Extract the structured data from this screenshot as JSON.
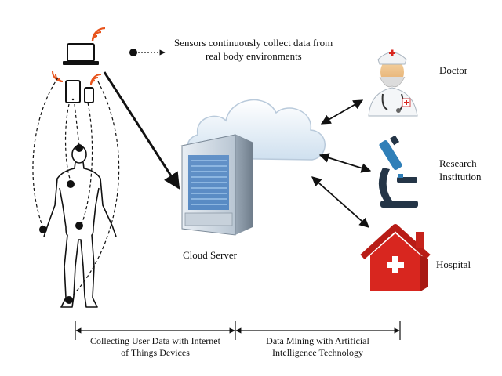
{
  "legend": {
    "line1": "Sensors continuously collect data from",
    "line2": "real body environments"
  },
  "nodes": {
    "cloud_server": "Cloud Server",
    "doctor": "Doctor",
    "research_line1": "Research",
    "research_line2": "Institution",
    "hospital": "Hospital"
  },
  "phases": {
    "left_line1": "Collecting User Data with Internet",
    "left_line2": "of Things Devices",
    "right_line1": "Data Mining with Artificial",
    "right_line2": "Intelligence Technology"
  },
  "colors": {
    "wifi": "#e8541c",
    "hospital_red": "#d8261f",
    "server_blue": "#4a7fc4",
    "microscope_dark": "#243547",
    "microscope_accent": "#2f7fb8"
  }
}
